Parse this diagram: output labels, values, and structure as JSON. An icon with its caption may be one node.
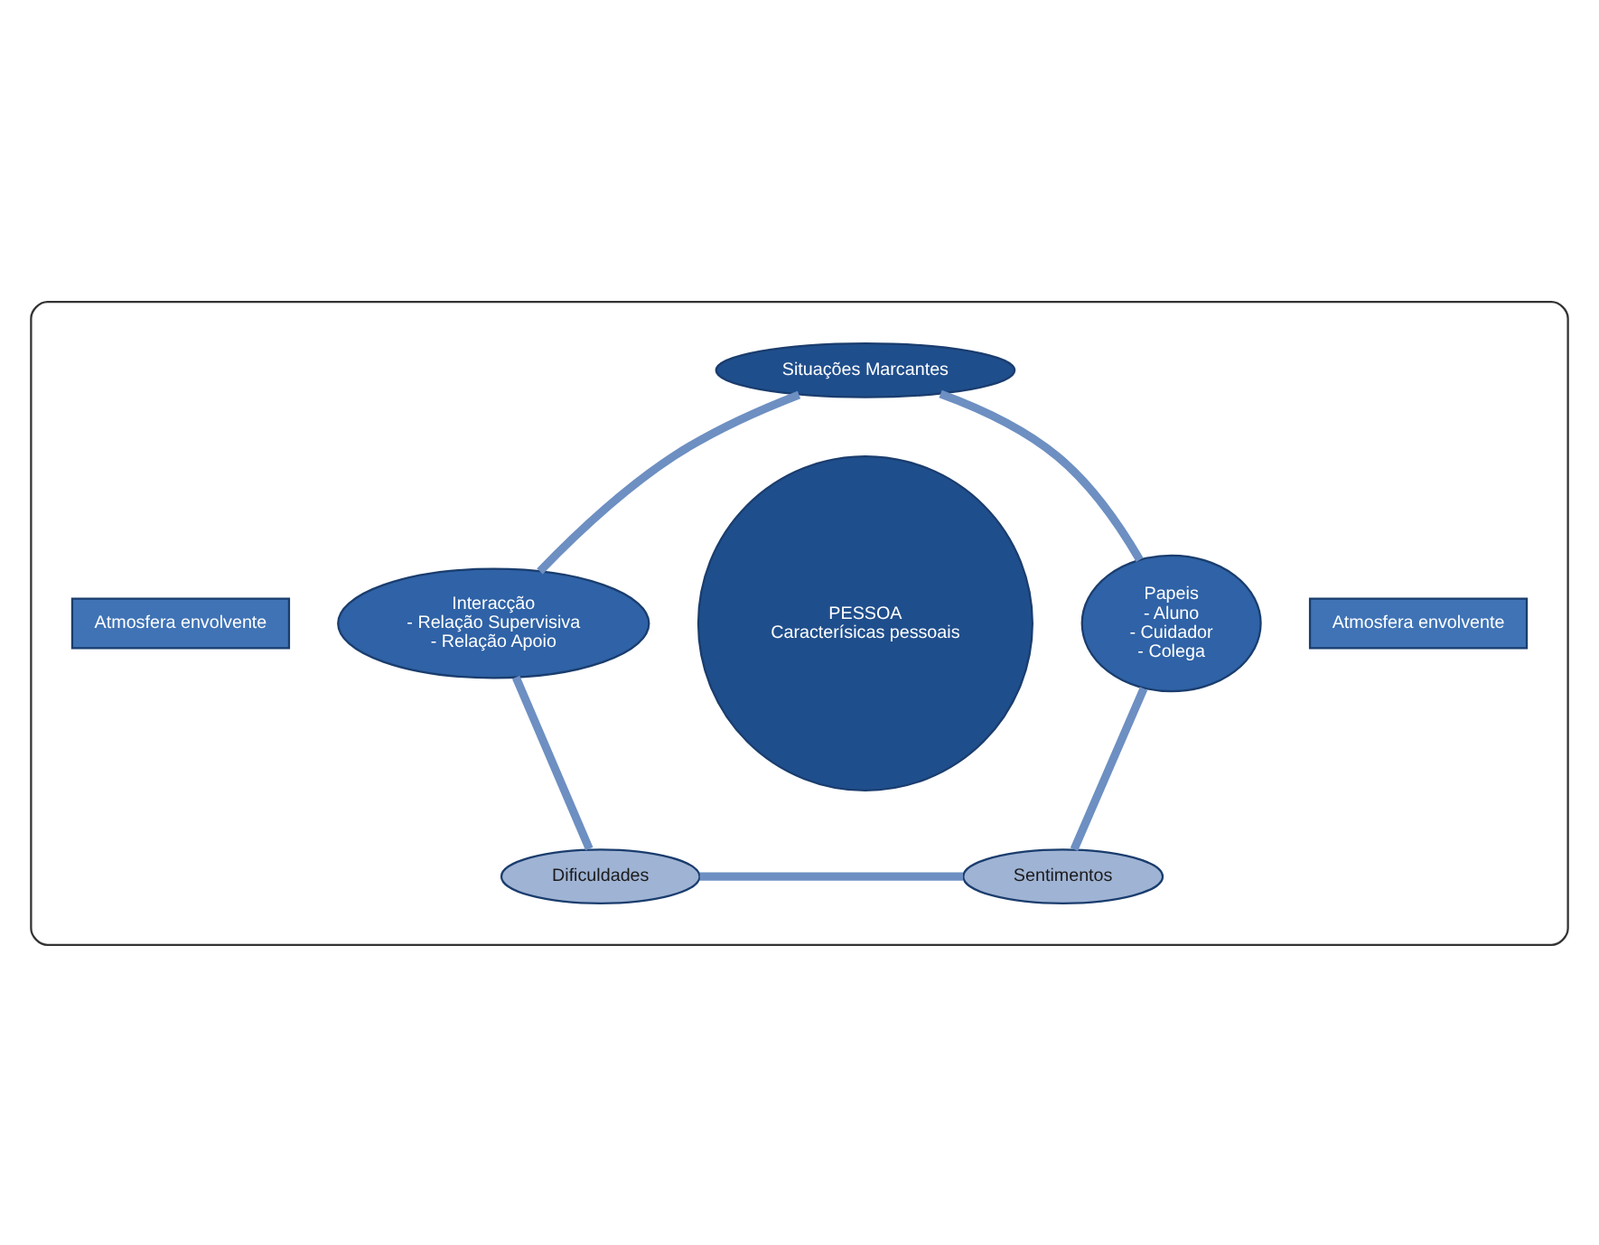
{
  "diagram": {
    "nodes": [
      {
        "text": [],
        "shape": "ellipse"
      },
      {
        "text": [
          "Atmosfera envolvente"
        ],
        "in": 0
      },
      {
        "text": [
          "Situações Marcantes"
        ],
        "in": 0
      },
      {
        "text": [
          "Interacção",
          "- Relação Supervisiva",
          "- Relação Apoio"
        ],
        "in": 0
      },
      {
        "text": [
          "PESSOA",
          "Caracterísicas pessoais"
        ],
        "in": 0
      },
      {
        "text": [
          "Papeis",
          "- Aluno",
          "- Cuidador",
          "- Colega"
        ],
        "in": 0
      },
      {
        "text": [
          "Atmosfera envolvente"
        ],
        "in": 0
      },
      {
        "text": [
          "Dificuldades"
        ],
        "in": 0
      },
      {
        "text": [
          "Sentimentos"
        ],
        "in": 0
      }
    ],
    "edges": [
      {
        "from": 2,
        "to": 5,
        "arrow": "none"
      },
      {
        "from": 5,
        "to": 8,
        "arrow": "none"
      },
      {
        "from": 7,
        "to": 8,
        "arrow": "none"
      },
      {
        "from": 3,
        "to": 7,
        "arrow": "none"
      },
      {
        "from": 2,
        "to": 3,
        "arrow": "none"
      }
    ]
  }
}
